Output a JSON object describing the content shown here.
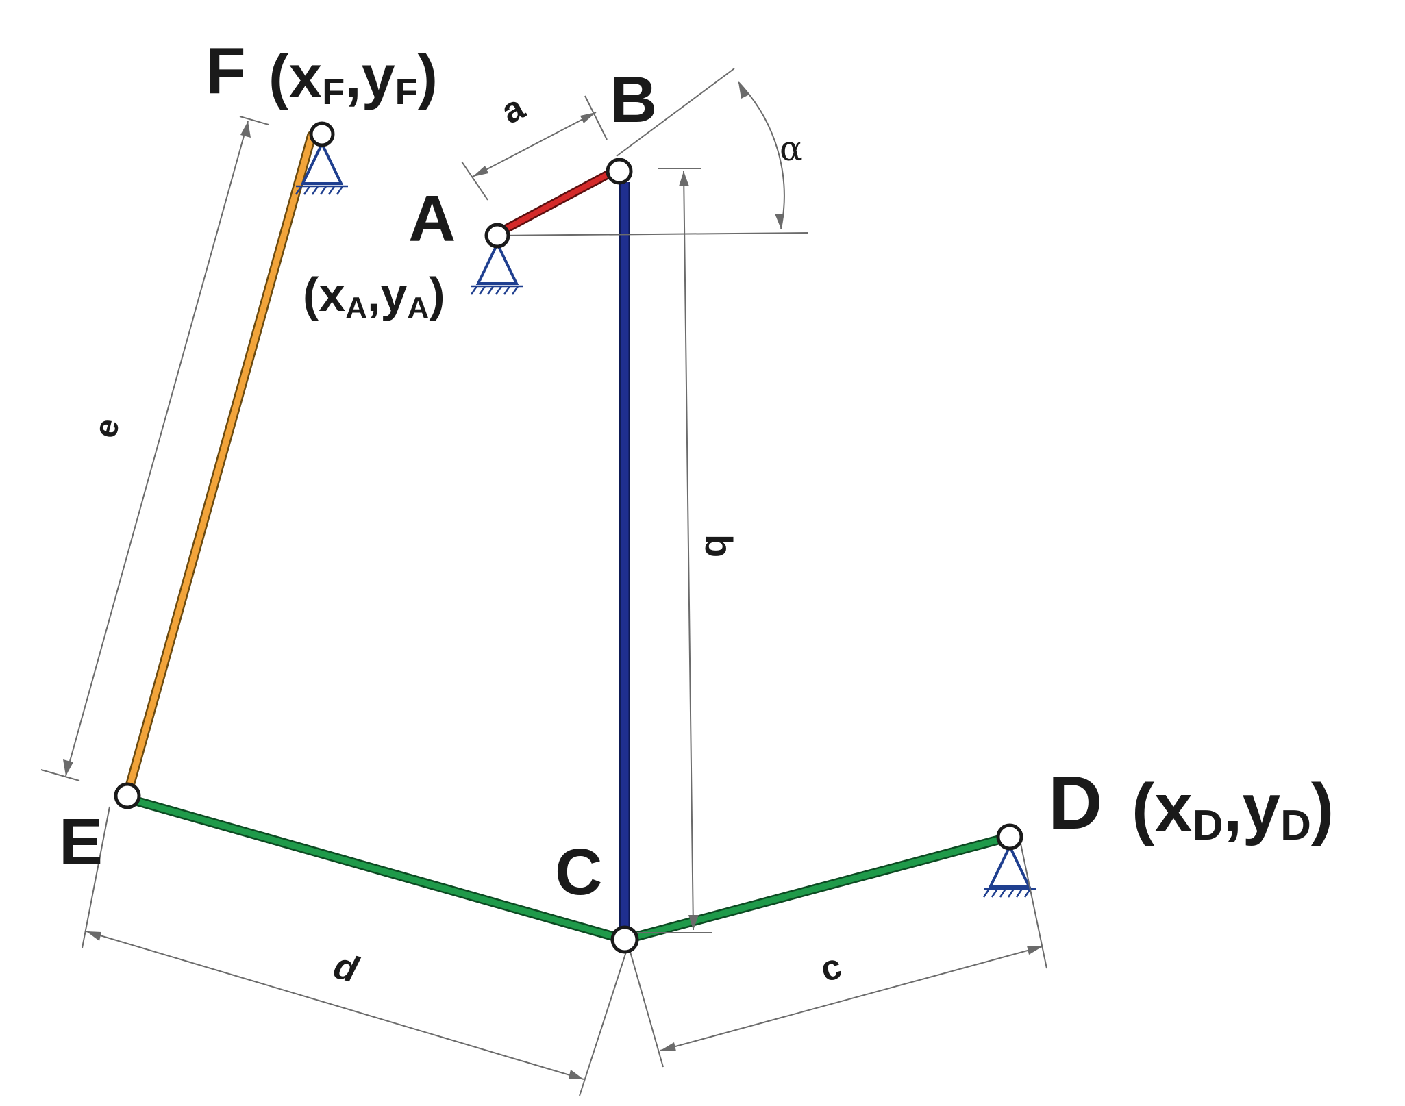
{
  "points": {
    "A": "A",
    "B": "B",
    "C": "C",
    "D": "D",
    "E": "E",
    "F": "F"
  },
  "coords": {
    "F": {
      "open": "(x",
      "sub1": "F",
      "mid": ",y",
      "sub2": "F",
      "close": ")"
    },
    "A": {
      "open": "(x",
      "sub1": "A",
      "mid": ",y",
      "sub2": "A",
      "close": ")"
    },
    "D": {
      "open": "(x",
      "sub1": "D",
      "mid": ",y",
      "sub2": "D",
      "close": ")"
    }
  },
  "dimensions": {
    "a": "a",
    "b": "b",
    "c": "c",
    "d": "d",
    "e": "e",
    "alpha": "α"
  },
  "colors": {
    "link_a": "#d42a2a",
    "link_b": "#1f2f8f",
    "link_cd": "#1f9a4a",
    "link_e": "#f2a43a",
    "support": "#1f3f8f"
  }
}
